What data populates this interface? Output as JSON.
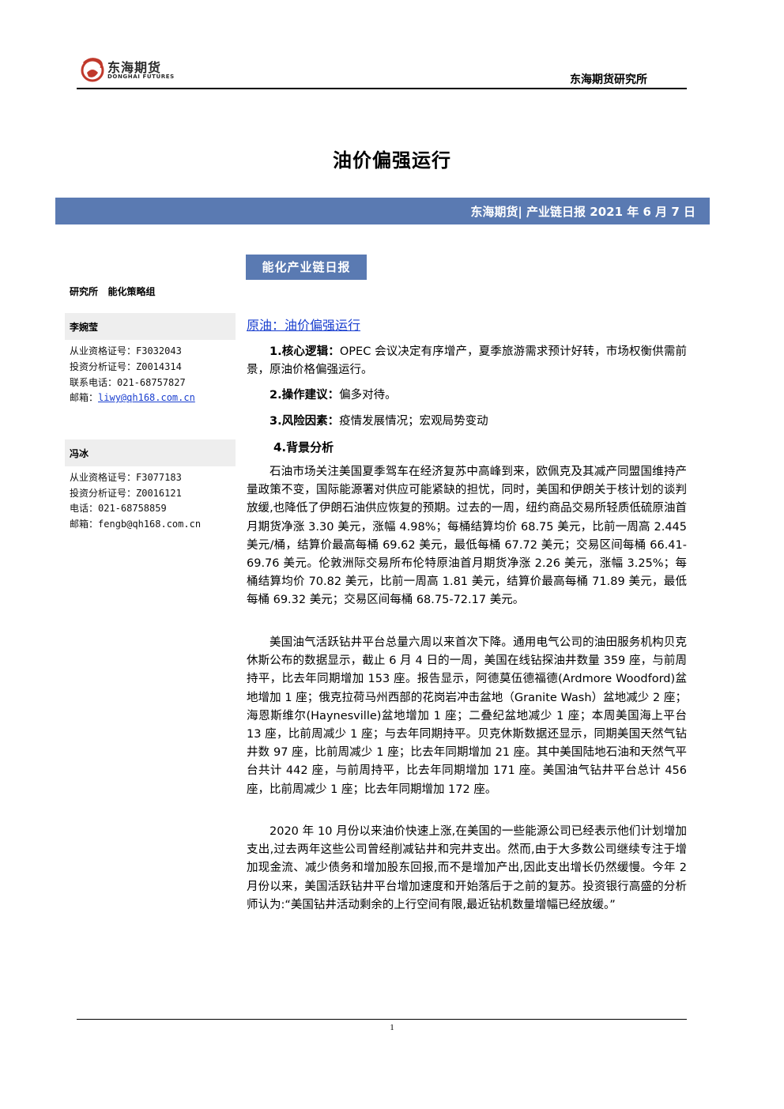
{
  "header": {
    "logo_cn": "东海期货",
    "logo_en": "DONGHAI FUTURES",
    "institute": "东海期货研究所"
  },
  "title": "油价偏强运行",
  "banner": "东海期货| 产业链日报 2021 年 6 月 7 日",
  "section_tab": "能化产业链日报",
  "sidebar": {
    "dept": "研究所   能化策略组",
    "analysts": [
      {
        "name": "李婉莹",
        "qual_cert": "从业资格证号：F3032043",
        "invest_cert": "投资分析证号：Z0014314",
        "phone": "联系电话：021-68757827",
        "email_label": "邮箱：",
        "email": "liwy@qh168.com.cn"
      },
      {
        "name": "冯冰",
        "qual_cert": "从业资格证号：F3077183",
        "invest_cert": "投资分析证号：Z0016121",
        "phone": "电话：021-68758859",
        "email_label": "邮箱：",
        "email": "fengb@qh168.com.cn"
      }
    ]
  },
  "main": {
    "heading": "原油：油价偏强运行",
    "items": [
      {
        "label": "1.核心逻辑：",
        "text": "OPEC 会议决定有序增产，夏季旅游需求预计好转，市场权衡供需前景，原油价格偏强运行。"
      },
      {
        "label": "2.操作建议：",
        "text": "偏多对待。"
      },
      {
        "label": "3.风险因素：",
        "text": "疫情发展情况；宏观局势变动"
      }
    ],
    "background_heading": "4.背景分析",
    "paragraphs": [
      "石油市场关注美国夏季驾车在经济复苏中高峰到来，欧佩克及其减产同盟国维持产量政策不变，国际能源署对供应可能紧缺的担忧，同时，美国和伊朗关于核计划的谈判放缓,也降低了伊朗石油供应恢复的预期。过去的一周，纽约商品交易所轻质低硫原油首月期货净涨 3.30 美元，涨幅 4.98%；每桶结算均价 68.75 美元，比前一周高 2.445 美元/桶，结算价最高每桶 69.62 美元，最低每桶 67.72 美元；交易区间每桶 66.41-69.76 美元。伦敦洲际交易所布伦特原油首月期货净涨 2.26 美元，涨幅 3.25%；每桶结算均价 70.82 美元，比前一周高 1.81 美元，结算价最高每桶 71.89 美元，最低每桶 69.32 美元；交易区间每桶 68.75-72.17 美元。",
      "美国油气活跃钻井平台总量六周以来首次下降。通用电气公司的油田服务机构贝克休斯公布的数据显示，截止 6 月 4 日的一周，美国在线钻探油井数量 359 座，与前周持平，比去年同期增加 153 座。报告显示，阿德莫伍德福德(Ardmore Woodford)盆地增加 1 座；俄克拉荷马州西部的花岗岩冲击盆地（Granite Wash）盆地减少 2 座；海恩斯维尔(Haynesville)盆地增加 1 座；二叠纪盆地减少 1 座；本周美国海上平台 13 座，比前周减少 1 座；与去年同期持平。贝克休斯数据还显示，同期美国天然气钻井数 97 座，比前周减少 1 座；比去年同期增加 21 座。其中美国陆地石油和天然气平台共计 442 座，与前周持平，比去年同期增加 171 座。美国油气钻井平台总计 456 座，比前周减少 1 座；比去年同期增加 172 座。",
      "2020 年 10 月份以来油价快速上涨,在美国的一些能源公司已经表示他们计划增加支出,过去两年这些公司曾经削减钻井和完井支出。然而,由于大多数公司继续专注于增加现金流、减少债务和增加股东回报,而不是增加产出,因此支出增长仍然缓慢。今年 2 月份以来，美国活跃钻井平台增加速度和开始落后于之前的复苏。投资银行高盛的分析师认为:“美国钻井活动剩余的上行空间有限,最近钻机数量增幅已经放缓。”"
    ]
  },
  "footer": {
    "page": "1"
  },
  "colors": {
    "banner_blue": "#5a7ab2",
    "link_blue": "#1a3fcf",
    "logo_red": "#c0392b"
  }
}
